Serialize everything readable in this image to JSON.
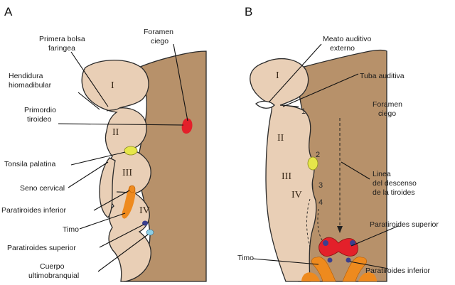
{
  "panels": {
    "a": {
      "letter": "A",
      "labels": {
        "primera_bolsa_1": "Primera bolsa",
        "primera_bolsa_2": "faringea",
        "hendidura_1": "Hendidura",
        "hendidura_2": "hiomadibular",
        "primordio_1": "Primordio",
        "primordio_2": "tiroideo",
        "tonsila": "Tonsila palatina",
        "seno": "Seno cervical",
        "paratiroides_inf": "Paratiroides inferior",
        "timo": "Timo",
        "paratiroides_sup": "Paratiroides superior",
        "cuerpo_1": "Cuerpo",
        "cuerpo_2": "ultimobranquial",
        "foramen_1": "Foramen",
        "foramen_2": "ciego"
      },
      "arches": [
        "I",
        "II",
        "III",
        "IV"
      ]
    },
    "b": {
      "letter": "B",
      "labels": {
        "meato_1": "Meato auditivo",
        "meato_2": "externo",
        "tuba": "Tuba auditiva",
        "foramen_1": "Foramen",
        "foramen_2": "ciego",
        "linea_1": "Linea",
        "linea_2": "del descenso",
        "linea_3": "de la tiroides",
        "paratiroides_sup": "Paratiroides superior",
        "timo": "Timo",
        "paratiroides_inf": "Paratiroides inferior"
      },
      "arches": [
        "I",
        "II",
        "III",
        "IV"
      ],
      "pouches": [
        "1",
        "2",
        "3",
        "4"
      ]
    }
  },
  "colors": {
    "tissue_light": "#e9cfb6",
    "tissue_dark": "#b7916a",
    "thyroid_red": "#e3202a",
    "tonsil_yellow": "#e6e64a",
    "thymus_orange": "#ee8a1e",
    "parathyroid_blue": "#3a3f8f",
    "ultimobranchial_cyan": "#8ccfe6"
  }
}
